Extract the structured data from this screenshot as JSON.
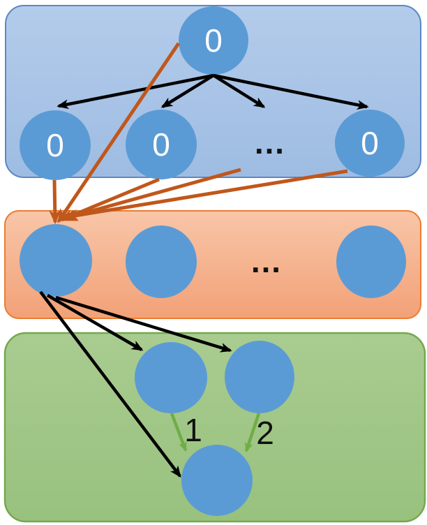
{
  "top_layer": {
    "root_label": "0",
    "children": [
      "0",
      "0",
      "0"
    ],
    "ellipsis": "…"
  },
  "middle_layer": {
    "ellipsis": "…"
  },
  "bottom_layer": {
    "edge_labels": [
      "1",
      "2"
    ]
  },
  "colors": {
    "node_fill": "#5B9BD5",
    "node_border": "#41719C",
    "black_edge": "#000000",
    "orange_edge": "#C0571B",
    "green_edge": "#70AD47",
    "top_box_fill_top": "#B4CCEB",
    "top_box_fill_bottom": "#9EBCE2",
    "top_box_border": "#5B87C5",
    "middle_box_fill_top": "#F8C6A8",
    "middle_box_fill_bottom": "#F2A177",
    "middle_box_border": "#EC7C30",
    "bottom_box_fill_top": "#A9CC90",
    "bottom_box_fill_bottom": "#98C17E",
    "bottom_box_border": "#74A84E"
  }
}
